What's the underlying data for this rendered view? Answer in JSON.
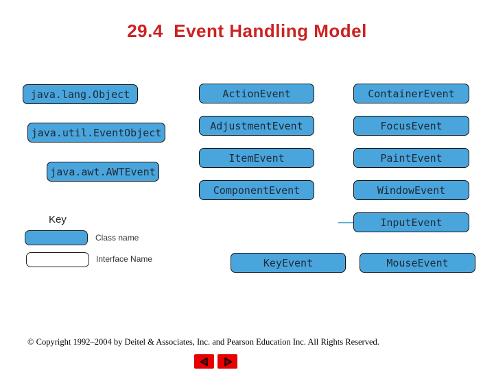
{
  "title": "29.4  Event Handling Model",
  "hierarchy": {
    "base": [
      "java.lang.Object",
      "java.util.EventObject",
      "java.awt.AWTEvent"
    ],
    "column2": [
      "ActionEvent",
      "AdjustmentEvent",
      "ItemEvent",
      "ComponentEvent"
    ],
    "column3": [
      "ContainerEvent",
      "FocusEvent",
      "PaintEvent",
      "WindowEvent",
      "InputEvent"
    ],
    "input_subclasses": [
      "KeyEvent",
      "MouseEvent"
    ]
  },
  "legend": {
    "heading": "Key",
    "class_box_label": "Class name",
    "interface_box_label": "Interface Name"
  },
  "footer": {
    "copyright": "© Copyright 1992–2004 by Deitel & Associates, Inc. and Pearson Education Inc. All Rights Reserved."
  },
  "nav": {
    "prev_icon": "previous-arrow",
    "next_icon": "next-arrow"
  },
  "colors": {
    "title": "#cc2222",
    "class_box_fill": "#4aa5dc",
    "box_border": "#111111",
    "connector": "#61aed8",
    "nav_button": "#e60000",
    "nav_arrow": "#8e0000"
  }
}
